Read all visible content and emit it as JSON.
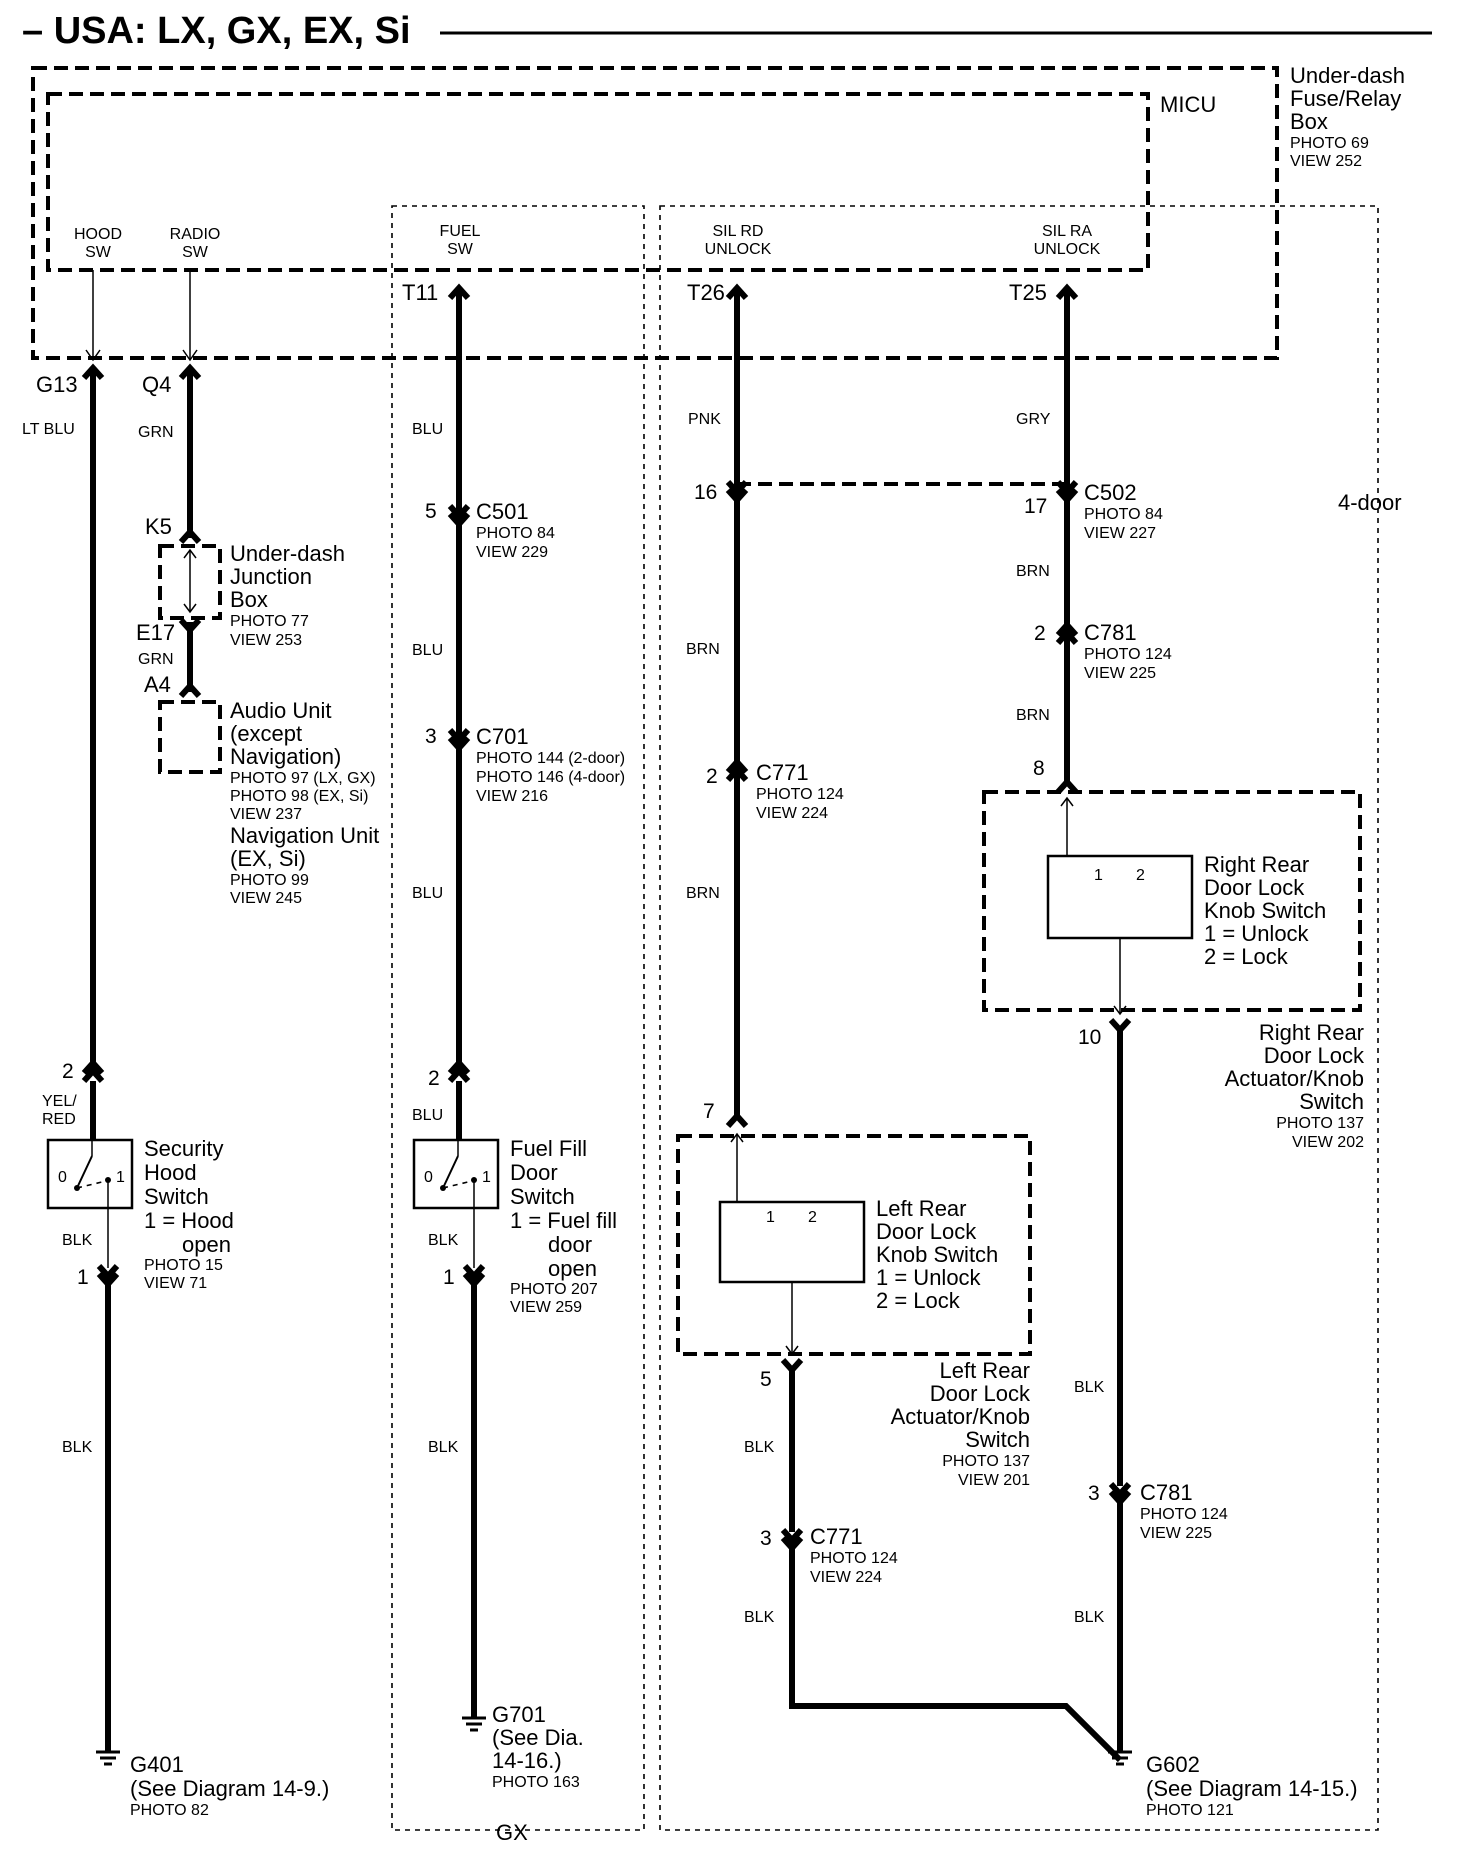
{
  "title": "– USA: LX, GX, EX, Si",
  "fuse_box": {
    "name": [
      "Under-dash",
      "Fuse/Relay",
      "Box"
    ],
    "photo": "PHOTO 69",
    "view": "VIEW 252"
  },
  "micu": "MICU",
  "terminals": {
    "hood_sw": [
      "HOOD",
      "SW"
    ],
    "radio_sw": [
      "RADIO",
      "SW"
    ],
    "fuel_sw": [
      "FUEL",
      "SW"
    ],
    "silrd": [
      "SIL RD",
      "UNLOCK"
    ],
    "silra": [
      "SIL RA",
      "UNLOCK"
    ]
  },
  "pins": {
    "t11": "T11",
    "t26": "T26",
    "t25": "T25",
    "g13": "G13",
    "q4": "Q4",
    "k5": "K5",
    "e17": "E17",
    "a4": "A4",
    "c501_5": "5",
    "c701_3": "3",
    "fuel_2": "2",
    "fuel_1": "1",
    "hood_2": "2",
    "hood_1": "1",
    "c502_16": "16",
    "c502_17": "17",
    "c781_2": "2",
    "rr_8": "8",
    "rr_10": "10",
    "c771_2": "2",
    "lr_7": "7",
    "lr_5": "5",
    "c771_3": "3",
    "c781_3": "3"
  },
  "wire_colors": {
    "lt_blu": "LT BLU",
    "grn1": "GRN",
    "grn2": "GRN",
    "blu1": "BLU",
    "blu2": "BLU",
    "blu3": "BLU",
    "blu4": "BLU",
    "pnk": "PNK",
    "brn1": "BRN",
    "brn2": "BRN",
    "gry": "GRY",
    "brn3": "BRN",
    "brn4": "BRN",
    "yel_red": [
      "YEL/",
      "RED"
    ],
    "blk_hood1": "BLK",
    "blk_hood2": "BLK",
    "blk_fuel1": "BLK",
    "blk_fuel2": "BLK",
    "blk_lr1": "BLK",
    "blk_lr2": "BLK",
    "blk_rr1": "BLK",
    "blk_rr2": "BLK"
  },
  "connectors": {
    "c501": {
      "name": "C501",
      "photo": "PHOTO 84",
      "view": "VIEW 229"
    },
    "c701": {
      "name": "C701",
      "photo1": "PHOTO 144 (2-door)",
      "photo2": "PHOTO 146 (4-door)",
      "view": "VIEW 216"
    },
    "c502": {
      "name": "C502",
      "photo": "PHOTO 84",
      "view": "VIEW 227"
    },
    "c781a": {
      "name": "C781",
      "photo": "PHOTO 124",
      "view": "VIEW 225"
    },
    "c771a": {
      "name": "C771",
      "photo": "PHOTO 124",
      "view": "VIEW 224"
    },
    "c771b": {
      "name": "C771",
      "photo": "PHOTO 124",
      "view": "VIEW 224"
    },
    "c781b": {
      "name": "C781",
      "photo": "PHOTO 124",
      "view": "VIEW 225"
    }
  },
  "junction_box": {
    "name": [
      "Under-dash",
      "Junction",
      "Box"
    ],
    "photo": "PHOTO 77",
    "view": "VIEW 253"
  },
  "audio_unit": {
    "name": [
      "Audio Unit",
      "(except",
      "Navigation)"
    ],
    "photos": [
      "PHOTO 97 (LX, GX)",
      "PHOTO 98 (EX, Si)",
      "VIEW 237"
    ],
    "nav": [
      "Navigation Unit",
      "(EX, Si)"
    ],
    "nav_photos": [
      "PHOTO 99",
      "VIEW 245"
    ]
  },
  "hood_switch": {
    "name": [
      "Security",
      "Hood",
      "Switch"
    ],
    "desc": [
      "1 = Hood",
      "open"
    ],
    "photo": "PHOTO 15",
    "view": "VIEW 71",
    "pos0": "0",
    "pos1": "1"
  },
  "fuel_switch": {
    "name": [
      "Fuel Fill",
      "Door",
      "Switch"
    ],
    "desc": [
      "1 = Fuel fill",
      "door",
      "open"
    ],
    "photo": "PHOTO 207",
    "view": "VIEW 259",
    "pos0": "0",
    "pos1": "1"
  },
  "rr_knob": {
    "name": [
      "Right Rear",
      "Door Lock",
      "Knob Switch"
    ],
    "desc": [
      "1 = Unlock",
      "2 = Lock"
    ],
    "pos1": "1",
    "pos2": "2"
  },
  "rr_actuator": {
    "name": [
      "Right Rear",
      "Door Lock",
      "Actuator/Knob",
      "Switch"
    ],
    "photo": "PHOTO 137",
    "view": "VIEW 202"
  },
  "lr_knob": {
    "name": [
      "Left Rear",
      "Door Lock",
      "Knob Switch"
    ],
    "desc": [
      "1 = Unlock",
      "2 = Lock"
    ],
    "pos1": "1",
    "pos2": "2"
  },
  "lr_actuator": {
    "name": [
      "Left Rear",
      "Door Lock",
      "Actuator/Knob",
      "Switch"
    ],
    "photo": "PHOTO 137",
    "view": "VIEW 201"
  },
  "g401": {
    "name": "G401",
    "see": "(See Diagram 14-9.)",
    "photo": "PHOTO 82"
  },
  "g701": {
    "name": "G701",
    "see": [
      "(See Dia.",
      "14-16.)"
    ],
    "photo": "PHOTO 163"
  },
  "g602": {
    "name": "G602",
    "see": "(See Diagram 14-15.)",
    "photo": "PHOTO 121"
  },
  "four_door": "4-door",
  "gx": "GX"
}
